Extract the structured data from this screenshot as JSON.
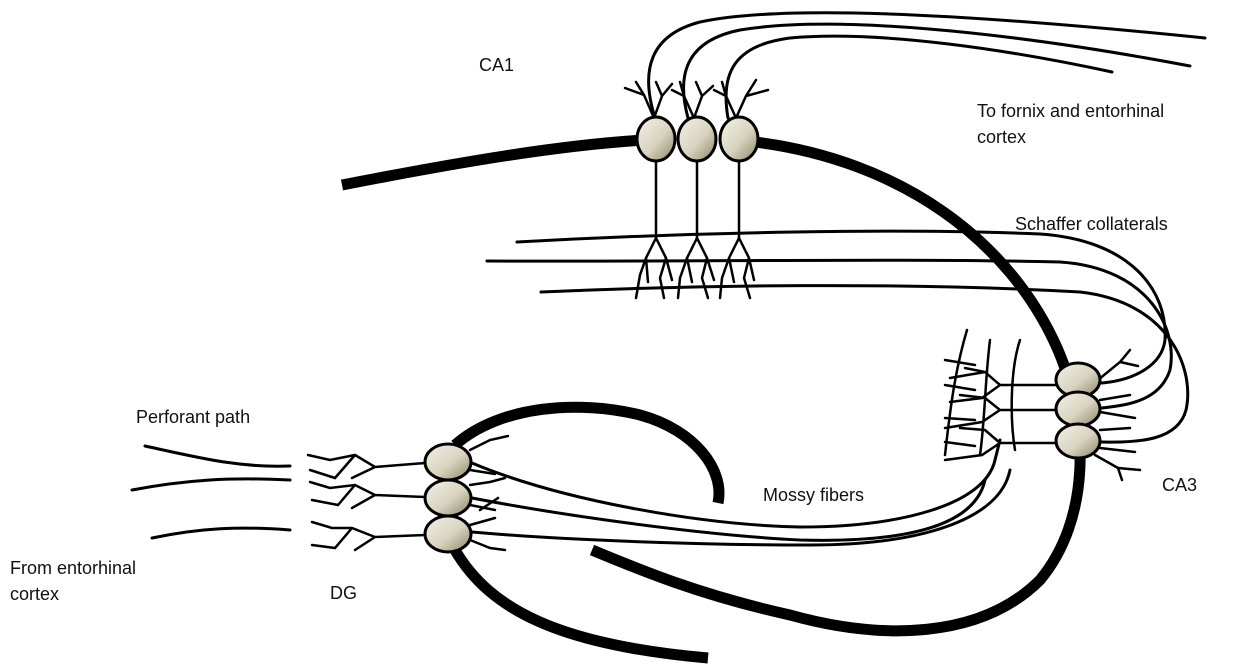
{
  "labels": {
    "ca1": "CA1",
    "to_fornix_line1": "To fornix and entorhinal",
    "to_fornix_line2": "cortex",
    "schaffer": "Schaffer collaterals",
    "perforant": "Perforant path",
    "mossy": "Mossy fibers",
    "ca3": "CA3",
    "from_entorhinal_line1": "From entorhinal",
    "from_entorhinal_line2": "cortex",
    "dg": "DG"
  },
  "colors": {
    "stroke": "#000000",
    "cell_light": "#f4f2e8",
    "cell_dark": "#8a8264"
  }
}
